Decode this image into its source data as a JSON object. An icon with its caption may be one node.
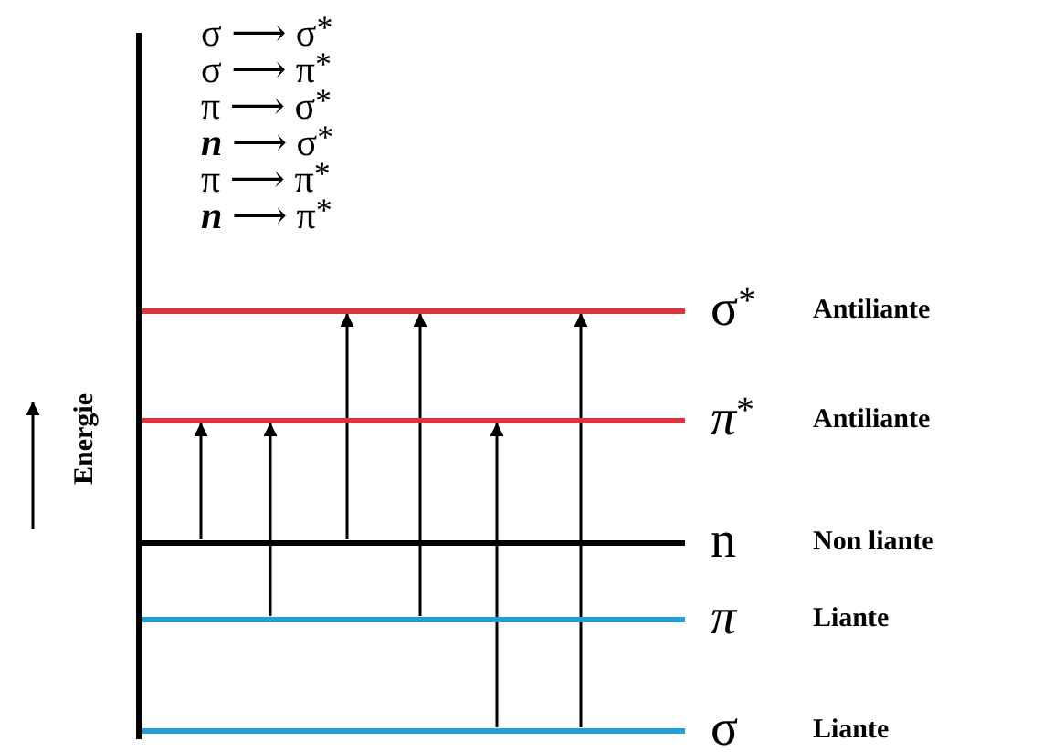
{
  "diagram": {
    "nodes": [
      {
        "text": [
          "σ$^{*}$",
          "Antiliante"
        ]
      },
      {
        "text": [
          "π$^{*}$",
          "Antiliante"
        ]
      },
      {
        "text": [
          "n",
          "Non liante"
        ]
      },
      {
        "text": [
          "π",
          "Liante"
        ]
      },
      {
        "text": [
          "σ",
          "Liante"
        ]
      }
    ],
    "edges": [
      {
        "from": 2,
        "to": 1,
        "arrow": "to"
      },
      {
        "from": 3,
        "to": 1,
        "arrow": "to"
      },
      {
        "from": 2,
        "to": 0,
        "arrow": "to"
      },
      {
        "from": 3,
        "to": 0,
        "arrow": "to"
      },
      {
        "from": 4,
        "to": 1,
        "arrow": "to"
      },
      {
        "from": 4,
        "to": 0,
        "arrow": "to"
      }
    ],
    "labels": [
      "σ ⟶ σ$^{*}$",
      "σ ⟶ π$^{*}$",
      "π ⟶ σ$^{*}$",
      "**n** ⟶ σ$^{*}$",
      "π ⟶ π$^{*}$",
      "**n** ⟶ π$^{*}$",
      "Energie"
    ]
  }
}
